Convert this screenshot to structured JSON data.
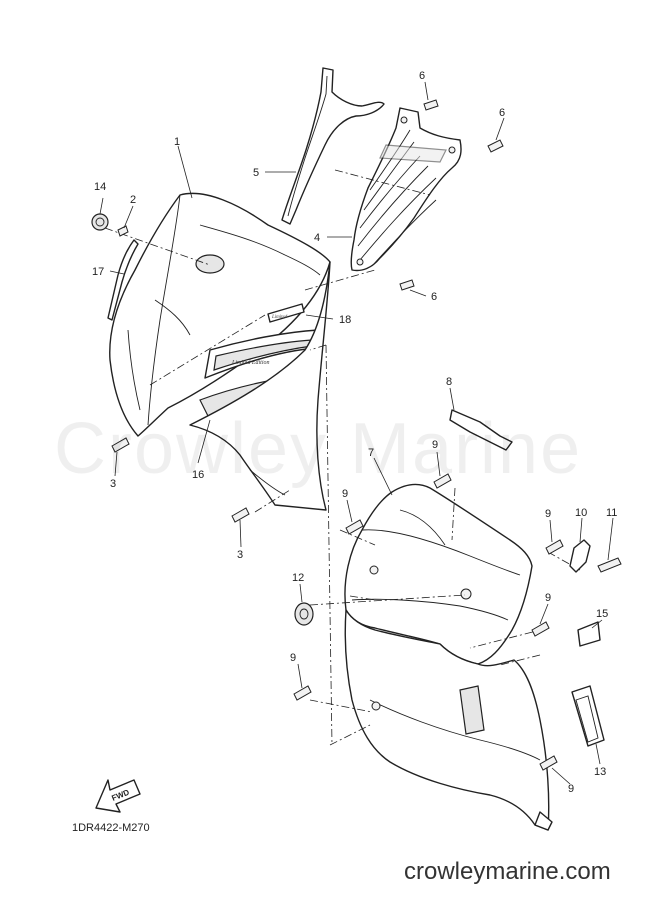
{
  "diagram": {
    "callouts": [
      {
        "id": "c1",
        "label": "1"
      },
      {
        "id": "c2",
        "label": "2"
      },
      {
        "id": "c3a",
        "label": "3"
      },
      {
        "id": "c3b",
        "label": "3"
      },
      {
        "id": "c4",
        "label": "4"
      },
      {
        "id": "c5",
        "label": "5"
      },
      {
        "id": "c6a",
        "label": "6"
      },
      {
        "id": "c6b",
        "label": "6"
      },
      {
        "id": "c6c",
        "label": "6"
      },
      {
        "id": "c7",
        "label": "7"
      },
      {
        "id": "c8",
        "label": "8"
      },
      {
        "id": "c9a",
        "label": "9"
      },
      {
        "id": "c9b",
        "label": "9"
      },
      {
        "id": "c9c",
        "label": "9"
      },
      {
        "id": "c9d",
        "label": "9"
      },
      {
        "id": "c9e",
        "label": "9"
      },
      {
        "id": "c9f",
        "label": "9"
      },
      {
        "id": "c10",
        "label": "10"
      },
      {
        "id": "c11",
        "label": "11"
      },
      {
        "id": "c12",
        "label": "12"
      },
      {
        "id": "c13",
        "label": "13"
      },
      {
        "id": "c14",
        "label": "14"
      },
      {
        "id": "c15",
        "label": "15"
      },
      {
        "id": "c16",
        "label": "16"
      },
      {
        "id": "c17",
        "label": "17"
      },
      {
        "id": "c18",
        "label": "18"
      }
    ],
    "fwd_label": "FWD",
    "diagram_code": "1DR4422-M270",
    "watermark": "Crowley Marine",
    "website": "crowleymarine.com"
  }
}
